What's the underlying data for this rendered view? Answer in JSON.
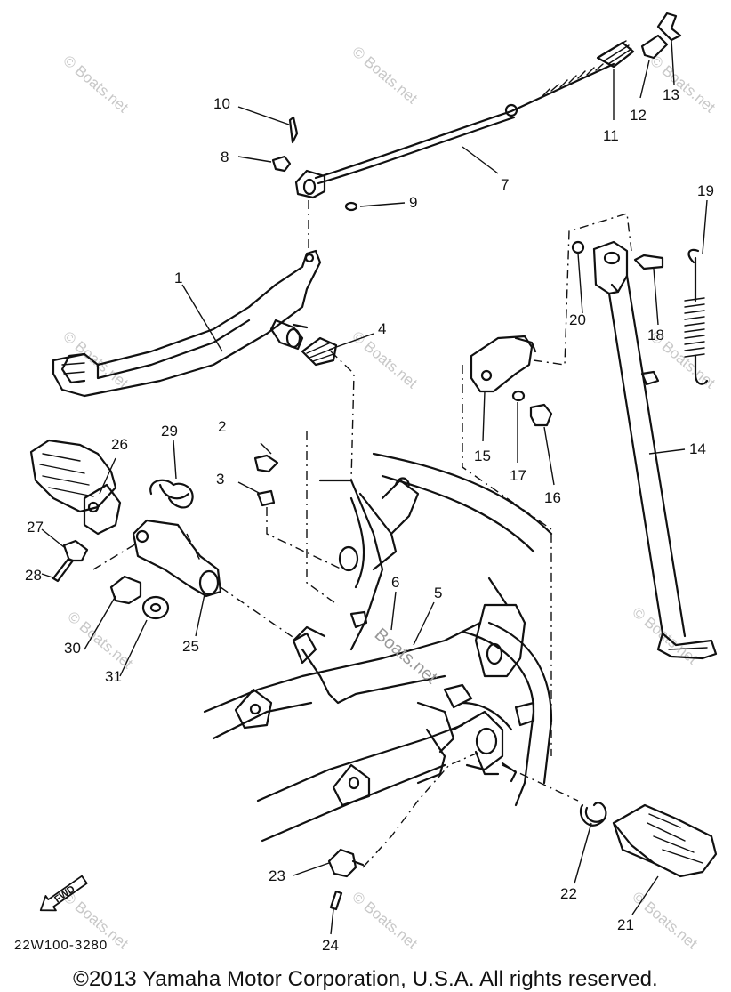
{
  "diagram": {
    "code": "22W100-3280",
    "fwd_label": "FWD",
    "watermark": "© Boats.net",
    "watermark_inline": "Boats.net"
  },
  "parts": {
    "p1": "1",
    "p2": "2",
    "p3": "3",
    "p4": "4",
    "p5": "5",
    "p6": "6",
    "p7": "7",
    "p8": "8",
    "p9": "9",
    "p10": "10",
    "p11": "11",
    "p12": "12",
    "p13": "13",
    "p14": "14",
    "p15": "15",
    "p16": "16",
    "p17": "17",
    "p18": "18",
    "p19": "19",
    "p20": "20",
    "p21": "21",
    "p22": "22",
    "p23": "23",
    "p24": "24",
    "p25": "25",
    "p26": "26",
    "p27": "27",
    "p28": "28",
    "p29": "29",
    "p30": "30",
    "p31": "31"
  },
  "footer": {
    "copyright": "©2013 Yamaha Motor Corporation, U.S.A. All rights reserved."
  }
}
